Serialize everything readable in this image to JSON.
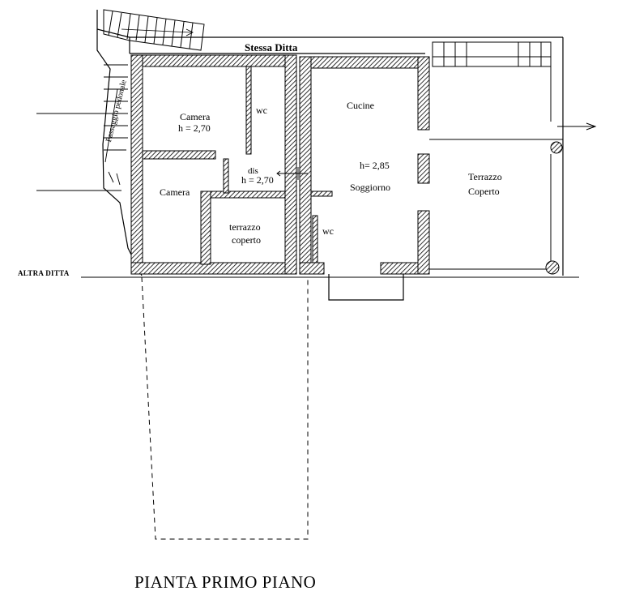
{
  "title": "PIANTA PRIMO PIANO",
  "labels": {
    "stessa_ditta": "Stessa Ditta",
    "altra_ditta": "ALTRA DITTA",
    "passaggio": "Passaggio pedonale",
    "camera1": "Camera",
    "camera1_h": "h = 2,70",
    "wc1": "wc",
    "dis": "dis",
    "dis_h": "h = 2,70",
    "camera2": "Camera",
    "terrazzo_small_1": "terrazzo",
    "terrazzo_small_2": "coperto",
    "cucina": "Cucine",
    "h_285": "h= 2,85",
    "soggiorno": "Soggiorno",
    "wc2": "wc",
    "terrazzo_big_1": "Terrazzo",
    "terrazzo_big_2": "Coperto"
  }
}
